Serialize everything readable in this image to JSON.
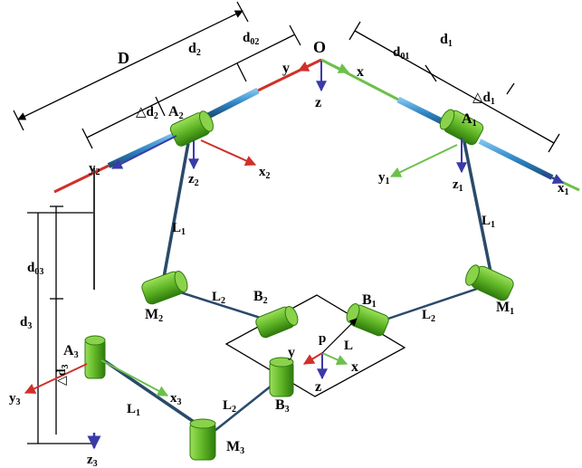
{
  "labels": {
    "origin": "O",
    "D": "D",
    "d1": "d",
    "d1_sub": "1",
    "d2": "d",
    "d2_sub": "2",
    "d3": "d",
    "d3_sub": "3",
    "d01": "d",
    "d01_sub": "01",
    "d02": "d",
    "d02_sub": "02",
    "d03": "d",
    "d03_sub": "03",
    "dd1": "△d",
    "dd1_sub": "1",
    "dd2": "△d",
    "dd2_sub": "2",
    "dd3": "△d",
    "dd3_sub": "3",
    "A1": "A",
    "A1_sub": "1",
    "A2": "A",
    "A2_sub": "2",
    "A3": "A",
    "A3_sub": "3",
    "B1": "B",
    "B1_sub": "1",
    "B2": "B",
    "B2_sub": "2",
    "B3": "B",
    "B3_sub": "3",
    "M1": "M",
    "M1_sub": "1",
    "M2": "M",
    "M2_sub": "2",
    "M3": "M",
    "M3_sub": "3",
    "L": "L",
    "L1": "L",
    "L1_sub": "1",
    "L2": "L",
    "L2_sub": "2",
    "p": "p",
    "x": "x",
    "y": "y",
    "z": "z",
    "x1": "x",
    "x1_sub": "1",
    "y1": "y",
    "y1_sub": "1",
    "z1": "z",
    "z1_sub": "1",
    "x2": "x",
    "x2_sub": "2",
    "y2": "y",
    "y2_sub": "2",
    "z2": "z",
    "z2_sub": "2",
    "x3": "x",
    "x3_sub": "3",
    "y3": "y",
    "y3_sub": "3",
    "z3": "z",
    "z3_sub": "3",
    "xO": "x",
    "yO": "y",
    "zO": "z"
  },
  "colors": {
    "x_axis": "#6cc04a",
    "y_axis": "#d0302a",
    "z_axis": "#3a3aa8",
    "rail": "#2f86c4",
    "link": "#2a4a6a",
    "joint": "#6cc42c",
    "joint_dark": "#3e8a14"
  }
}
